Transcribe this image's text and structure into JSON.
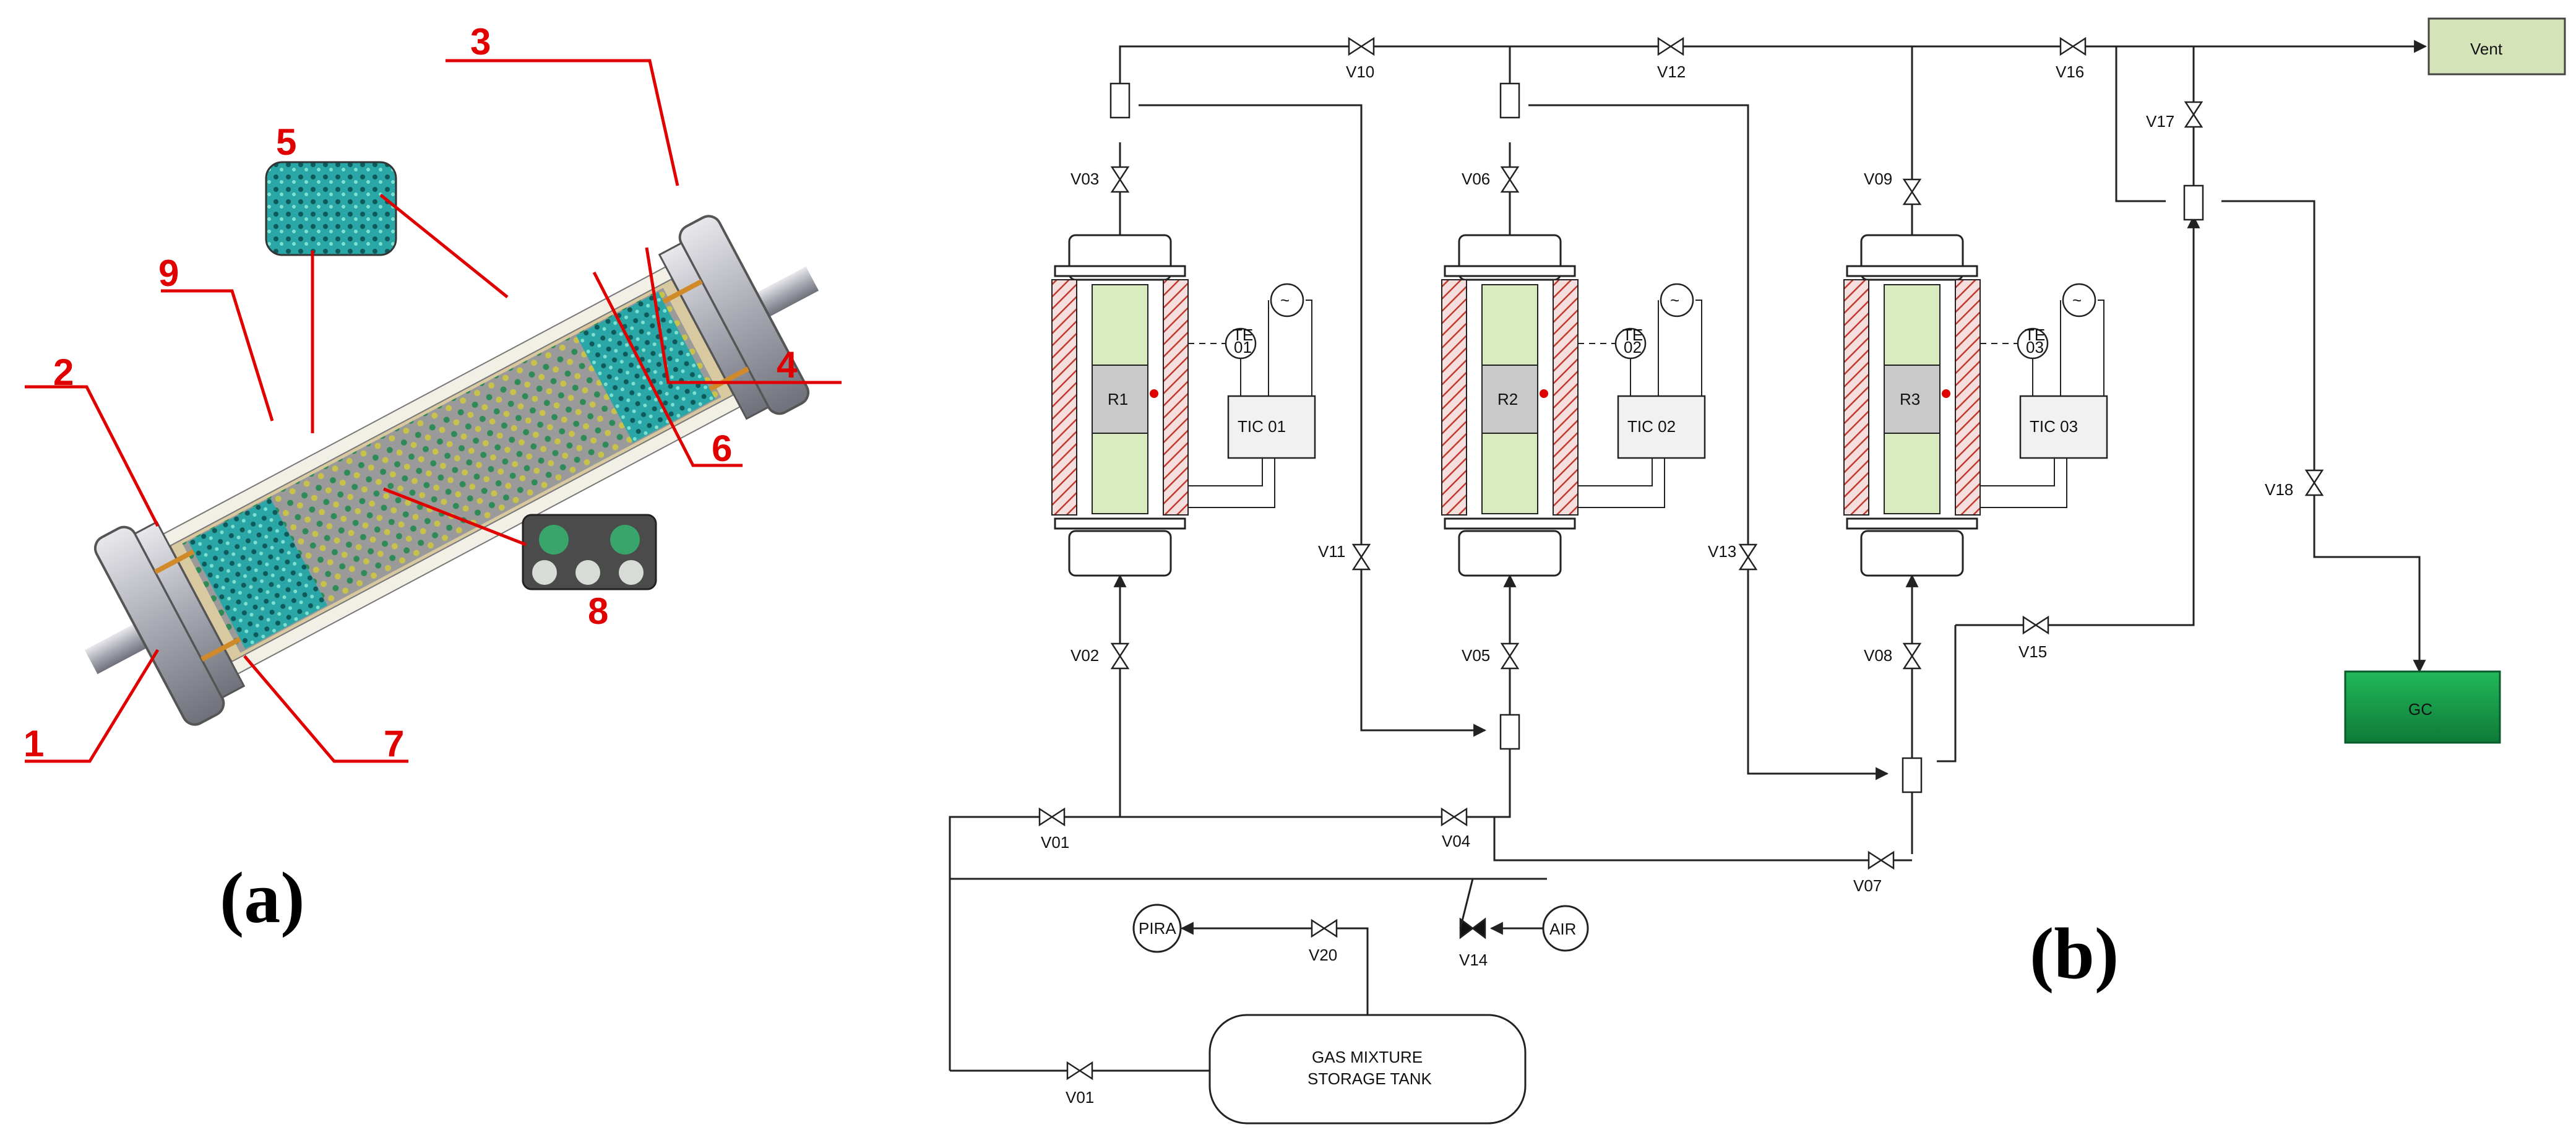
{
  "panel_a": {
    "caption": "(a)",
    "callouts": [
      "1",
      "2",
      "3",
      "4",
      "5",
      "6",
      "7",
      "8",
      "9"
    ]
  },
  "panel_b": {
    "caption": "(b)",
    "reactors": [
      "R1",
      "R2",
      "R3"
    ],
    "controllers": [
      "TIC 01",
      "TIC 02",
      "TIC 03"
    ],
    "sensors": [
      [
        "TE",
        "01"
      ],
      [
        "TE",
        "02"
      ],
      [
        "TE",
        "03"
      ]
    ],
    "valves": [
      "V01",
      "V01",
      "V02",
      "V03",
      "V04",
      "V05",
      "V06",
      "V07",
      "V08",
      "V09",
      "V10",
      "V11",
      "V12",
      "V13",
      "V14",
      "V15",
      "V16",
      "V17",
      "V18",
      "V20"
    ],
    "vent_label": "Vent",
    "gc_label": "GC",
    "air_label": "AIR",
    "pira_label": "PIRA",
    "tank_line1": "GAS MIXTURE",
    "tank_line2": "STORAGE TANK",
    "colors": {
      "vent_fill": "#d5e3b8",
      "gc_fill": "#16a34a",
      "heater_hatch": "#c0392b",
      "catalyst_fill": "#d9ecbf",
      "callout_red": "#e00000"
    }
  }
}
